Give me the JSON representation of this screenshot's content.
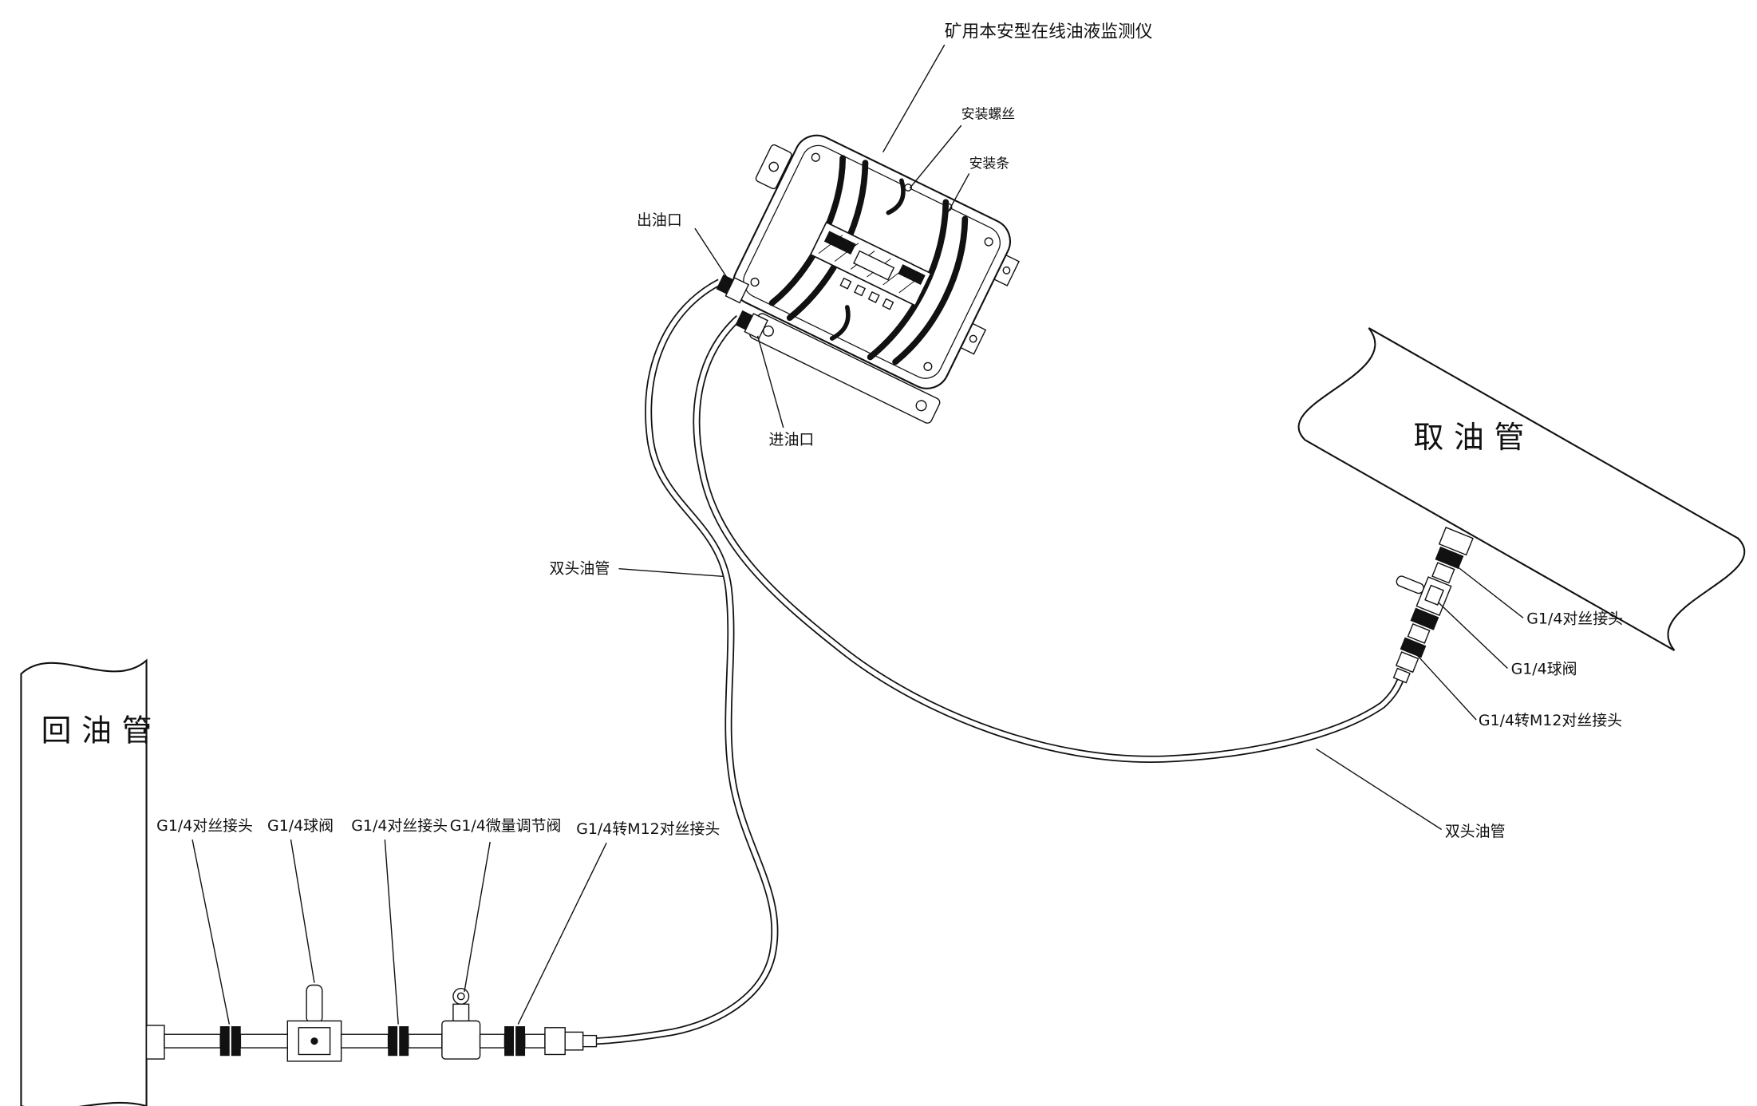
{
  "diagram": {
    "device": {
      "title": "矿用本安型在线油液监测仪",
      "mounting_screw": "安装螺丝",
      "mounting_bar": "安装条",
      "oil_outlet": "出油口",
      "oil_inlet": "进油口"
    },
    "pipes": {
      "intake": "取油管",
      "return": "回油管"
    },
    "tubes": {
      "left": "双头油管",
      "right": "双头油管"
    },
    "right_chain": {
      "connector": "G1/4对丝接头",
      "ball_valve": "G1/4球阀",
      "adapter": "G1/4转M12对丝接头"
    },
    "bottom_chain": {
      "connector1": "G1/4对丝接头",
      "ball_valve": "G1/4球阀",
      "connector2": "G1/4对丝接头",
      "micro_valve": "G1/4微量调节阀",
      "adapter": "G1/4转M12对丝接头"
    }
  },
  "colors": {
    "line": "#111111",
    "background": "#ffffff"
  }
}
